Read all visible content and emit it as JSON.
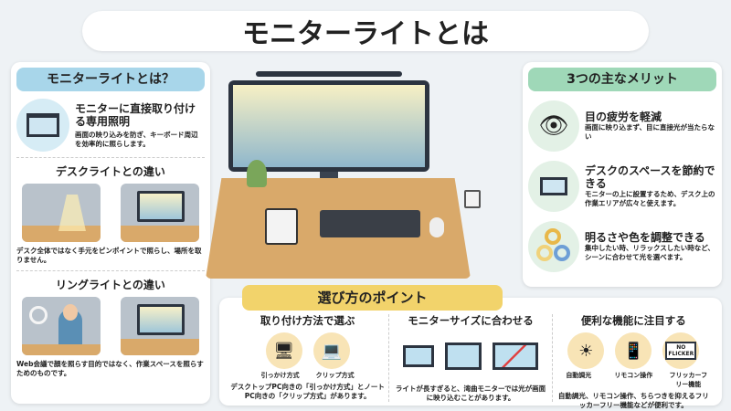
{
  "title": "モニターライトとは",
  "left": {
    "header": "モニターライトとは？",
    "intro_title": "モニターに直接取り付ける専用照明",
    "intro_desc": "画面の映り込みを防ぎ、キーボード周辺を効率的に照らします。",
    "desk_title": "デスクライトとの違い",
    "desk_desc": "デスク全体ではなく手元をピンポイントで照らし、場所を取りません。",
    "ring_title": "リングライトとの違い",
    "ring_desc": "Web会議で顔を照らす目的ではなく、作業スペースを照らすためのものです。"
  },
  "right": {
    "header": "3つの主なメリット",
    "items": [
      {
        "title": "目の疲労を軽減",
        "desc": "画面に映り込まず、目に直接光が当たらない"
      },
      {
        "title": "デスクのスペースを節約できる",
        "desc": "モニターの上に設置するため、デスク上の作業エリアが広々と使えます。"
      },
      {
        "title": "明るさや色を調整できる",
        "desc": "集中したい時、リラックスしたい時など、シーンに合わせて光を選べます。"
      }
    ]
  },
  "bottom": {
    "header": "選び方のポイント",
    "cols": [
      {
        "title": "取り付け方法で選ぶ",
        "labels": [
          "引っかけ方式",
          "クリップ方式"
        ],
        "desc": "デスクトップPC向きの「引っかけ方式」とノートPC向きの「クリップ方式」があります。"
      },
      {
        "title": "モニターサイズに合わせる",
        "desc": "ライトが長すぎると、湾曲モニターでは光が画面に映り込むことがあります。"
      },
      {
        "title": "便利な機能に注目する",
        "labels": [
          "自動調光",
          "リモコン操作",
          "フリッカーフリー機能"
        ],
        "no_flicker": "NO FLICKER",
        "desc": "自動調光、リモコン操作、ちらつきを抑えるフリッカーフリー機能などが便利です。"
      }
    ]
  }
}
